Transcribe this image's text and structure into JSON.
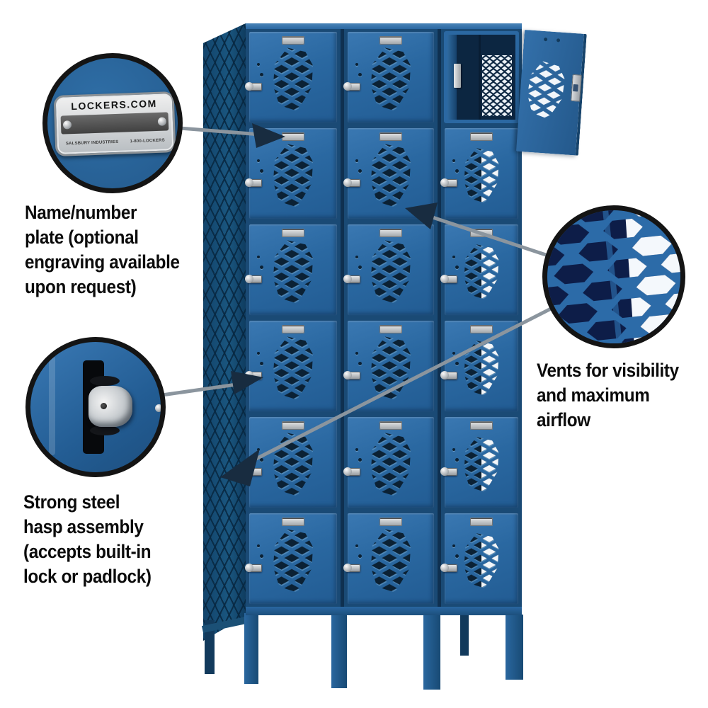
{
  "subject": "Blue six-tier vented metal lockers, three frames wide, with feature callouts",
  "background": "#ffffff",
  "locker": {
    "columns": 3,
    "tiers": 6,
    "open_compartment": {
      "column": 3,
      "tier": 1
    },
    "colors": {
      "door_blue": "#2a68a1",
      "door_highlight": "#3a78b2",
      "frame_dark": "#1a4a75",
      "divider_navy": "#0f3050",
      "vent_hole_navy": "#0b2134",
      "side_panel_teal": "#16507a",
      "interior_navy": "#0c2641",
      "mesh_white": "#eef4f9",
      "hardware_silver": "#ccd1d5",
      "leg_blue": "#1f5a84"
    }
  },
  "callouts": [
    {
      "id": "nameplate",
      "lines": [
        "Name/number",
        "plate (optional",
        "engraving available",
        "upon request)"
      ]
    },
    {
      "id": "vents",
      "lines": [
        "Vents for visibility",
        "and maximum",
        "airflow"
      ]
    },
    {
      "id": "hasp",
      "lines": [
        "Strong steel",
        "hasp assembly",
        "(accepts built-in",
        "lock or padlock)"
      ]
    }
  ],
  "nameplate_inset": {
    "brand": "LOCKERS.COM",
    "maker": "SALSBURY INDUSTRIES",
    "phone": "1-800-LOCKERS"
  },
  "annotation_colors": {
    "circle_ring": "#141414",
    "arrowhead": "#182c40",
    "shaft_gray": "#8b959e",
    "text": "#0b0b0b"
  }
}
